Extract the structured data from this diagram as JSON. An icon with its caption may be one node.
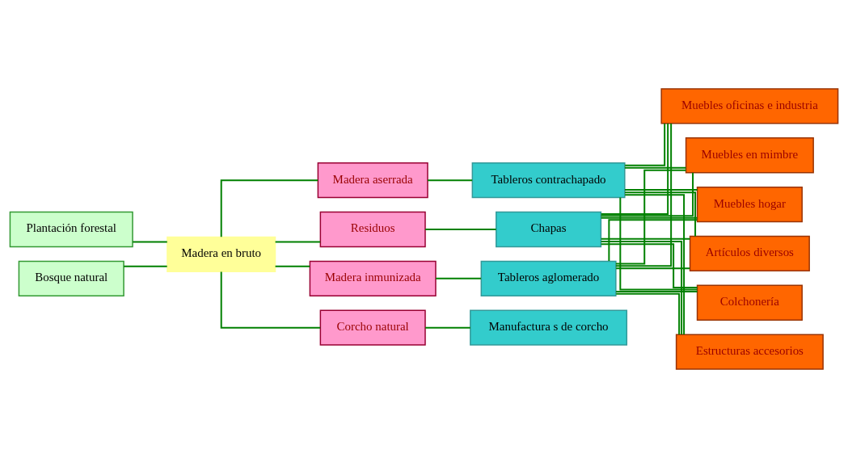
{
  "diagram": {
    "nodes": [
      {
        "text": [
          "Plantación forestal"
        ]
      },
      {
        "text": [
          "Bosque natural"
        ]
      },
      {
        "text": [
          "Madera en bruto"
        ]
      },
      {
        "text": [
          "Madera aserrada"
        ]
      },
      {
        "text": [
          "Residuos"
        ]
      },
      {
        "text": [
          "Madera inmunizada"
        ]
      },
      {
        "text": [
          "Corcho natural"
        ]
      },
      {
        "text": [
          "Tableros contrachapado"
        ]
      },
      {
        "text": [
          "Chapas"
        ]
      },
      {
        "text": [
          "Tableros aglomerado"
        ]
      },
      {
        "text": [
          "Manufactura s de corcho"
        ]
      },
      {
        "text": [
          "Muebles oficinas e industria"
        ]
      },
      {
        "text": [
          "Muebles en mimbre"
        ]
      },
      {
        "text": [
          "Muebles hogar"
        ]
      },
      {
        "text": [
          "Artículos diversos"
        ]
      },
      {
        "text": [
          "Colchonería"
        ]
      },
      {
        "text": [
          "Estructuras accesorios"
        ]
      }
    ],
    "edges": [
      {
        "from": 0,
        "to": 2,
        "arrow": "none"
      },
      {
        "from": 1,
        "to": 2,
        "arrow": "none"
      },
      {
        "from": 2,
        "to": 3,
        "arrow": "none"
      },
      {
        "from": 2,
        "to": 4,
        "arrow": "none"
      },
      {
        "from": 2,
        "to": 5,
        "arrow": "none"
      },
      {
        "from": 2,
        "to": 6,
        "arrow": "none"
      },
      {
        "from": 3,
        "to": 7,
        "arrow": "none"
      },
      {
        "from": 4,
        "to": 8,
        "arrow": "none"
      },
      {
        "from": 5,
        "to": 9,
        "arrow": "none"
      },
      {
        "from": 6,
        "to": 10,
        "arrow": "none"
      },
      {
        "from": 7,
        "to": 11,
        "arrow": "none"
      },
      {
        "from": 7,
        "to": 12,
        "arrow": "none"
      },
      {
        "from": 7,
        "to": 13,
        "arrow": "none"
      },
      {
        "from": 7,
        "to": 14,
        "arrow": "none"
      },
      {
        "from": 7,
        "to": 15,
        "arrow": "none"
      },
      {
        "from": 7,
        "to": 16,
        "arrow": "none"
      },
      {
        "from": 8,
        "to": 11,
        "arrow": "none"
      },
      {
        "from": 8,
        "to": 12,
        "arrow": "none"
      },
      {
        "from": 8,
        "to": 13,
        "arrow": "none"
      },
      {
        "from": 8,
        "to": 14,
        "arrow": "none"
      },
      {
        "from": 8,
        "to": 15,
        "arrow": "none"
      },
      {
        "from": 8,
        "to": 16,
        "arrow": "none"
      },
      {
        "from": 9,
        "to": 11,
        "arrow": "none"
      },
      {
        "from": 9,
        "to": 12,
        "arrow": "none"
      },
      {
        "from": 9,
        "to": 13,
        "arrow": "none"
      },
      {
        "from": 9,
        "to": 14,
        "arrow": "none"
      },
      {
        "from": 9,
        "to": 15,
        "arrow": "none"
      },
      {
        "from": 9,
        "to": 16,
        "arrow": "none"
      }
    ]
  }
}
